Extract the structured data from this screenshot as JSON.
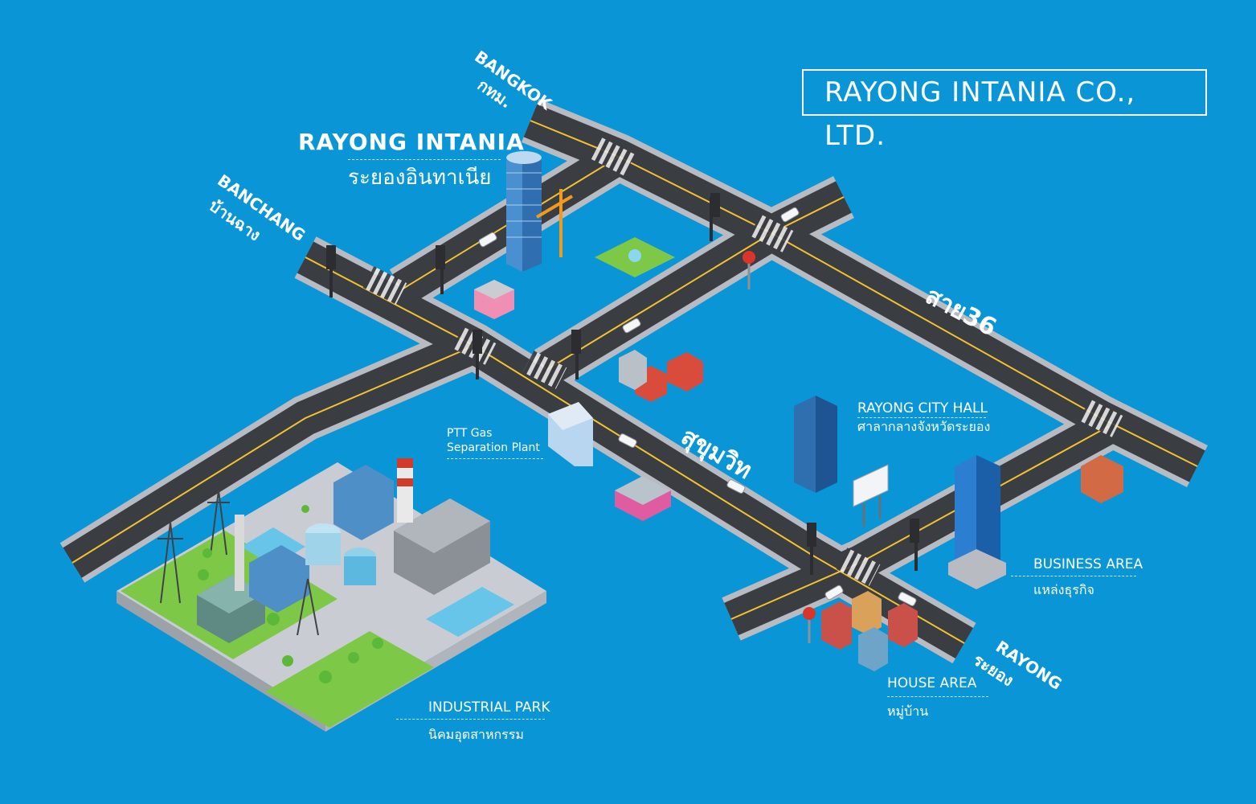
{
  "company_title": "RAYONG INTANIA CO., LTD.",
  "main_location": {
    "name_en": "RAYONG INTANIA",
    "name_th": "ระยองอินทาเนีย"
  },
  "directions": {
    "bangkok": {
      "en": "BANGKOK",
      "th": "กทม."
    },
    "banchang": {
      "en": "BANCHANG",
      "th": "บ้านฉาง"
    },
    "rayong": {
      "en": "RAYONG",
      "th": "ระยอง"
    }
  },
  "roads": {
    "route36": "สาย36",
    "sukhumvit": "สุขุมวิท"
  },
  "places": {
    "ptt": {
      "line1": "PTT Gas",
      "line2": "Separation Plant"
    },
    "city_hall": {
      "en": "RAYONG CITY HALL",
      "th": "ศาลากลางจังหวัดระยอง"
    },
    "business": {
      "en": "BUSINESS AREA",
      "th": "แหล่งธุรกิจ"
    },
    "house": {
      "en": "HOUSE AREA",
      "th": "หมู่บ้าน"
    },
    "industrial": {
      "en": "INDUSTRIAL PARK",
      "th": "นิคมอุตสาหกรรม"
    }
  },
  "colors": {
    "sea": "#0a96d6",
    "road": "#3a3d42",
    "curb": "#b8bcc2",
    "lane_line": "#f2c230",
    "grass": "#7ec848",
    "ground": "#d9dde2"
  },
  "icons": [
    "skyscraper-icon",
    "crane-icon",
    "traffic-light-icon",
    "stop-sign-icon",
    "house-icon",
    "factory-icon",
    "billboard-icon",
    "car-icon",
    "power-tower-icon"
  ]
}
